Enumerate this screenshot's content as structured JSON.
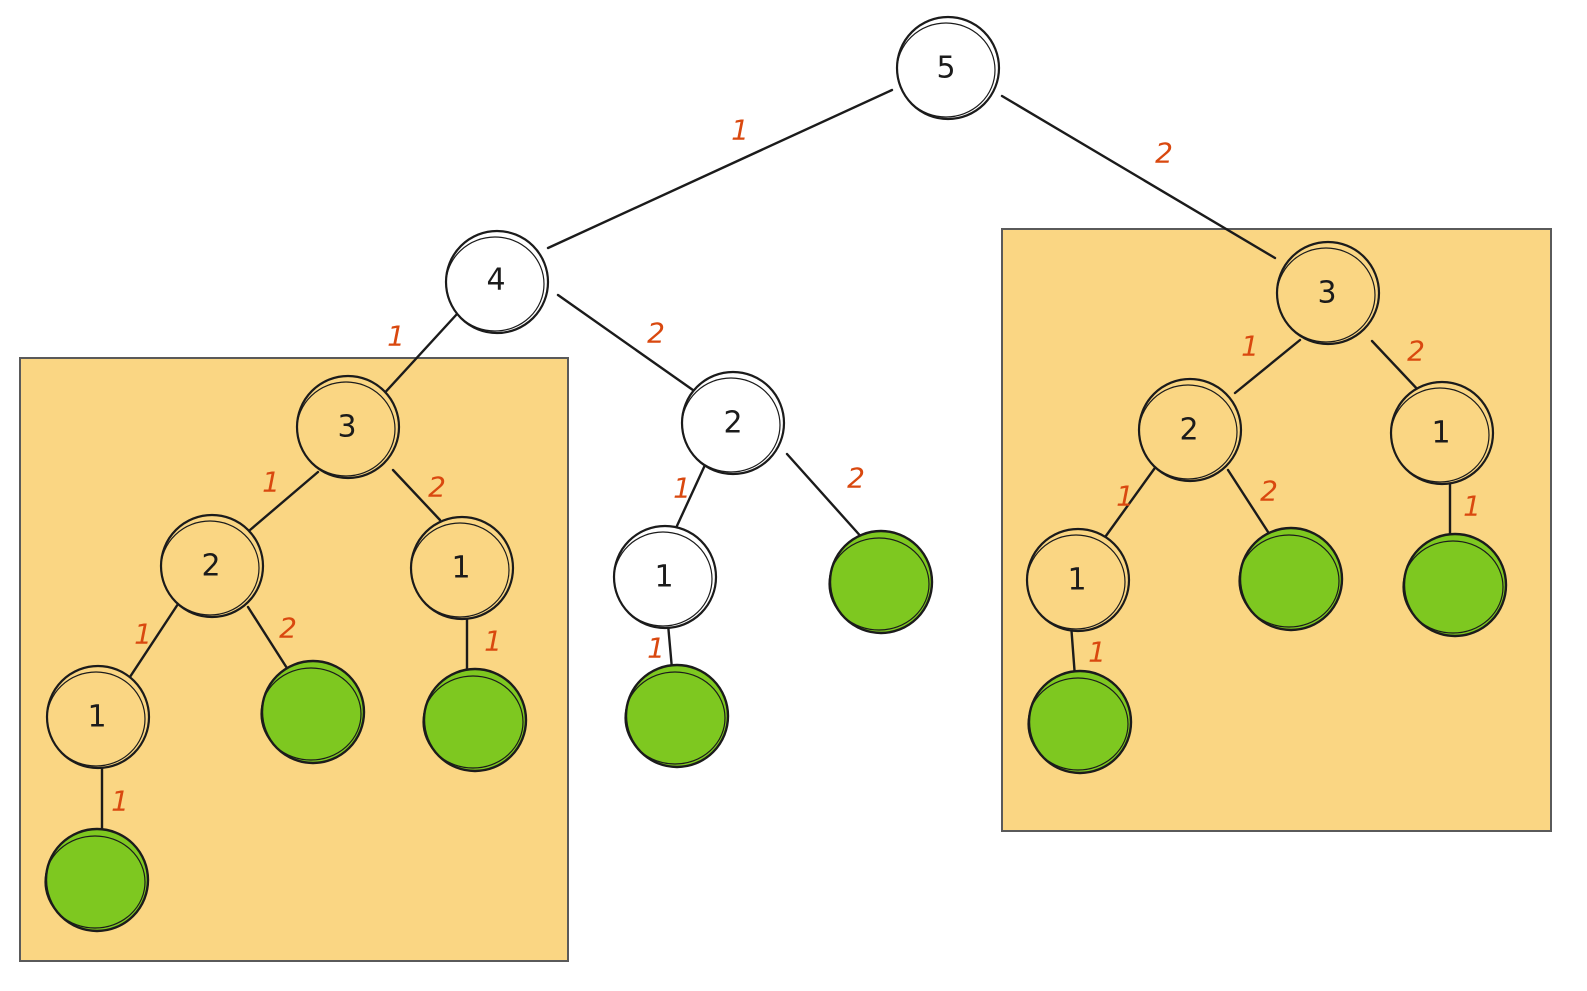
{
  "diagram": {
    "nodes": {
      "root": "5",
      "a": "4",
      "b": "3",
      "aa": "3",
      "ab": "2",
      "aaa": "2",
      "aab": "1",
      "aaaa": "1",
      "aba": "1",
      "ba": "2",
      "bb": "1",
      "baa": "1"
    },
    "edges": {
      "root_a": "1",
      "root_b": "2",
      "a_aa": "1",
      "a_ab": "2",
      "aa_aaa": "1",
      "aa_aab": "2",
      "aaa_aaaa": "1",
      "aaa_leaf": "2",
      "aab_leaf": "1",
      "aaaa_leaf": "1",
      "ab_aba": "1",
      "ab_leaf": "2",
      "aba_leaf": "1",
      "b_ba": "1",
      "b_bb": "2",
      "ba_baa": "1",
      "ba_leaf": "2",
      "bb_leaf": "1",
      "baa_leaf": "1"
    },
    "colors": {
      "highlight_box": "#fad683",
      "leaf_fill": "#7ec820",
      "edge_label": "#d9480f"
    }
  }
}
